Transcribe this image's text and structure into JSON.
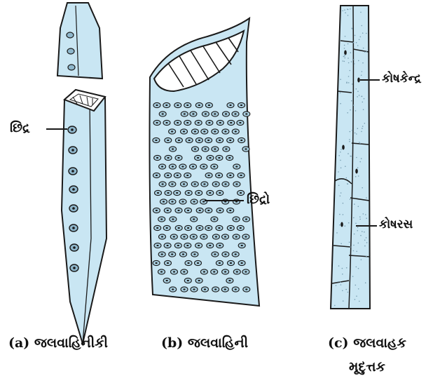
{
  "colors": {
    "cell_fill": "#c9e6f3",
    "outline": "#1a1a1a",
    "pit": "#6a8fa5"
  },
  "panels": {
    "a": {
      "tag": "(a)",
      "caption": "જલવાહિનીકી",
      "label_pit": "છિદ્ર"
    },
    "b": {
      "tag": "(b)",
      "caption": "જલવાહિની",
      "label_pits": "છિદ્રો"
    },
    "c": {
      "tag": "(c)",
      "caption_line1": "જલવાહક",
      "caption_line2": "મૃદુત્તક",
      "label_nucleus": "કોષકેન્દ્ર",
      "label_sap": "કોષરસ"
    }
  }
}
